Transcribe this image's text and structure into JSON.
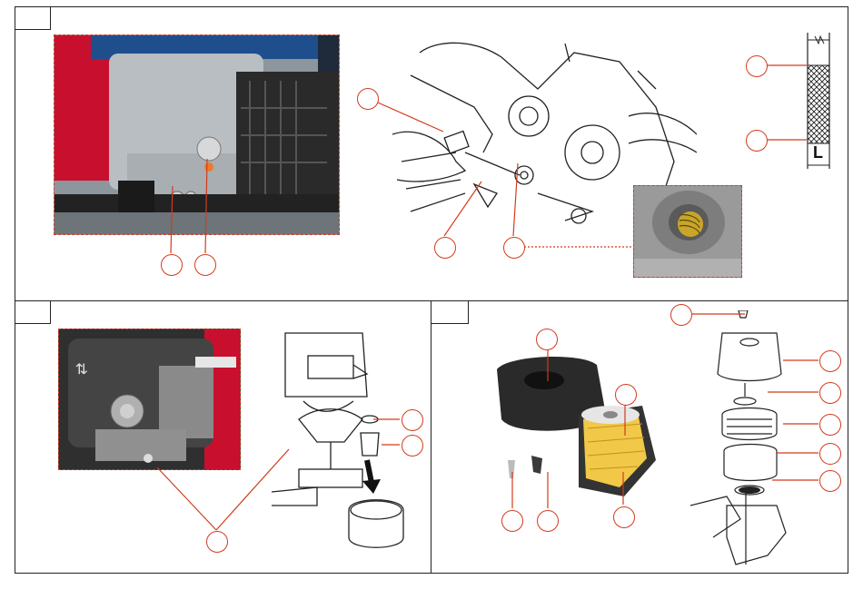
{
  "panels": [
    {
      "id": "panel-1",
      "tab_label": ""
    },
    {
      "id": "panel-2",
      "tab_label": ""
    },
    {
      "id": "panel-3",
      "tab_label": ""
    }
  ],
  "dipstick": {
    "level_label": "L"
  },
  "colors": {
    "accent": "#d23b1c",
    "engine_red": "#c8102e",
    "frame_blue": "#1f4e8c",
    "line": "#222222"
  },
  "icons": [
    "drain-bolt-icon",
    "oil-filler-cap-icon",
    "air-filter-icon",
    "fuel-cup-icon",
    "dipstick-icon"
  ]
}
